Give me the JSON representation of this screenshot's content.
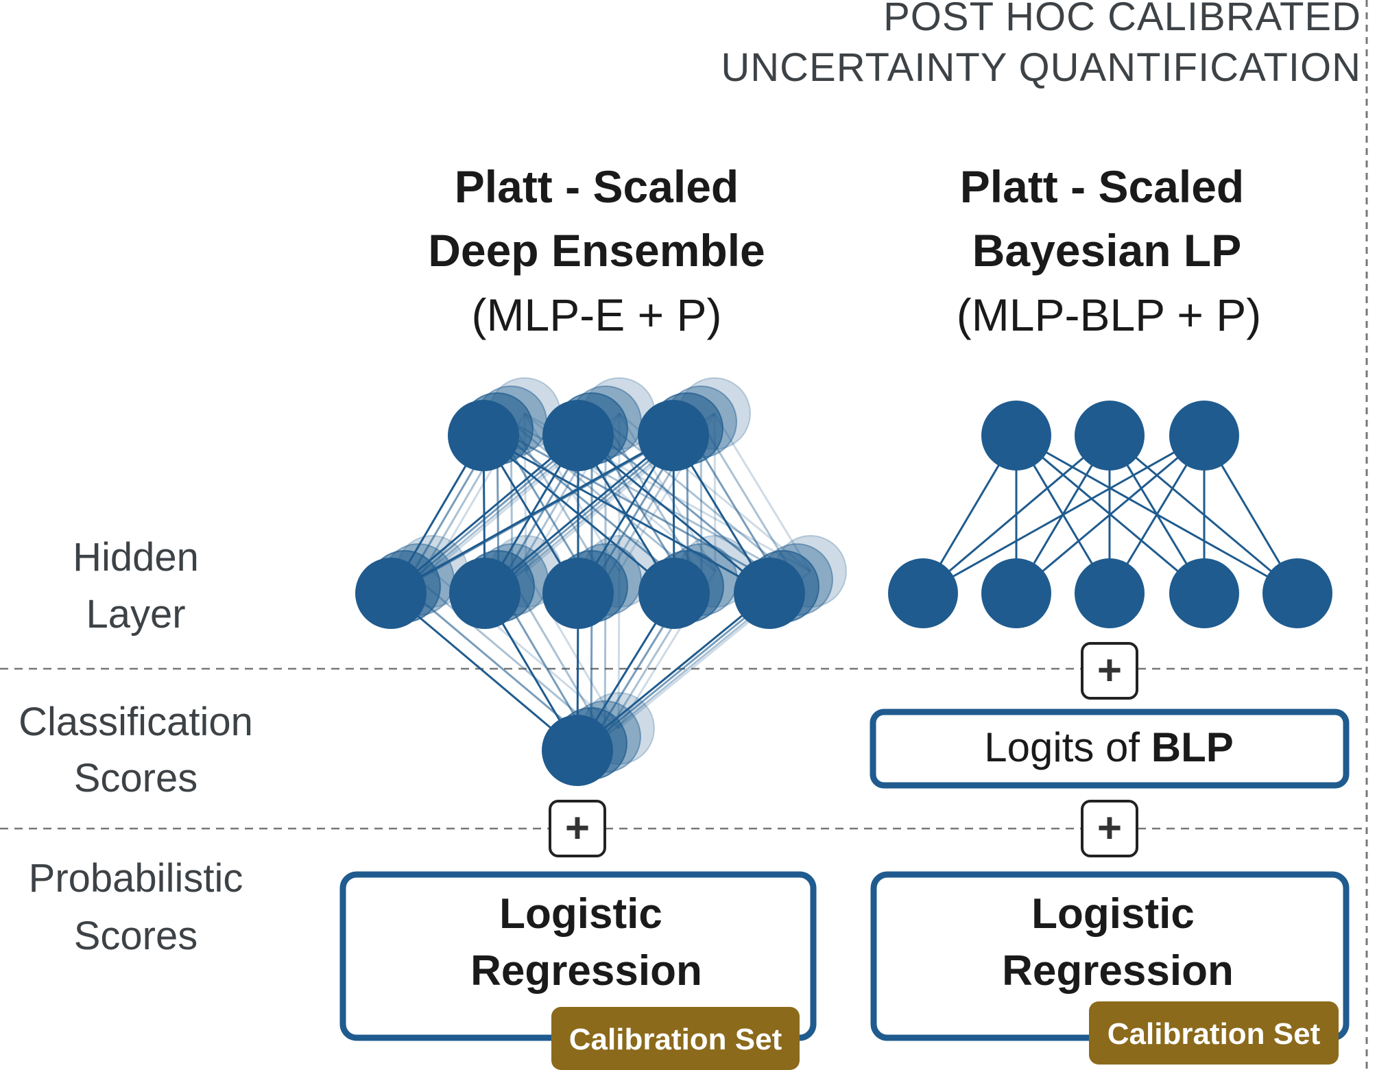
{
  "header": {
    "line1": "POST HOC CALIBRATED",
    "line2": "UNCERTAINTY QUANTIFICATION"
  },
  "row_labels": {
    "hidden": [
      "Hidden",
      "Layer"
    ],
    "classification": [
      "Classification",
      "Scores"
    ],
    "probabilistic": [
      "Probabilistic",
      "Scores"
    ]
  },
  "left_model": {
    "title_line1": "Platt - Scaled",
    "title_line2": "Deep Ensemble",
    "subtitle": "(MLP-E + P)",
    "box_line1": "Logistic",
    "box_line2": "Regression",
    "badge": "Calibration Set"
  },
  "right_model": {
    "title_line1": "Platt - Scaled",
    "title_line2": "Bayesian LP",
    "subtitle": "(MLP-BLP + P)",
    "logits_prefix": "Logits of ",
    "logits_bold": "BLP",
    "box_line1": "Logistic",
    "box_line2": "Regression",
    "badge": "Calibration Set"
  },
  "plus_symbol": "+",
  "colors": {
    "node": "#1f5b8e",
    "box_border": "#1f5b8e",
    "badge": "#8b6a1c",
    "badge_text": "#ffffff",
    "title_text": "#1a1a1a",
    "label_text": "#3d4246",
    "dashed": "#666666"
  }
}
